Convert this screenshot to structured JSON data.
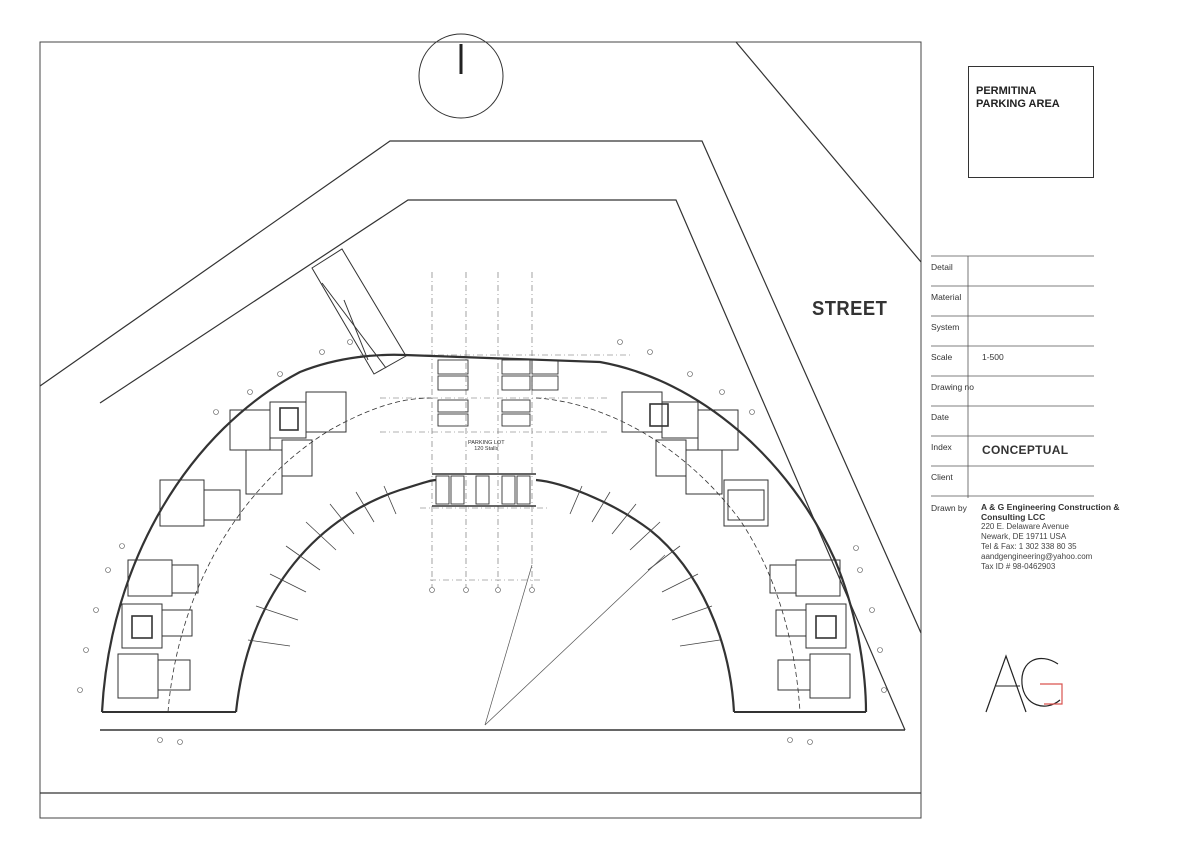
{
  "title_block": {
    "project_title_line1": "PERMITINA",
    "project_title_line2": "PARKING AREA",
    "fields": [
      {
        "label": "Detail",
        "value": ""
      },
      {
        "label": "Material",
        "value": ""
      },
      {
        "label": "System",
        "value": ""
      },
      {
        "label": "Scale",
        "value": "1-500"
      },
      {
        "label": "Drawing no",
        "value": ""
      },
      {
        "label": "Date",
        "value": ""
      },
      {
        "label": "Index",
        "value": "CONCEPTUAL"
      },
      {
        "label": "Client",
        "value": ""
      },
      {
        "label": "Drawn by",
        "value": ""
      }
    ],
    "company_line1": "A & G Engineering Construction &",
    "company_line2": "Consulting LCC",
    "address_line1": "220 E. Delaware Avenue",
    "address_line2": "Newark, DE 19711 USA",
    "phone": "Tel & Fax: 1 302 338 80 35",
    "email": "aandgengineering@yahoo.com",
    "tax_id": "Tax ID # 98-0462903",
    "logo_text": "AG"
  },
  "plan": {
    "street_label": "STREET",
    "parking_lot_label_line1": "PARKING LOT",
    "parking_lot_label_line2": "120 Stalls"
  },
  "colors": {
    "line": "#333333",
    "logo_accent": "#d9534f"
  }
}
